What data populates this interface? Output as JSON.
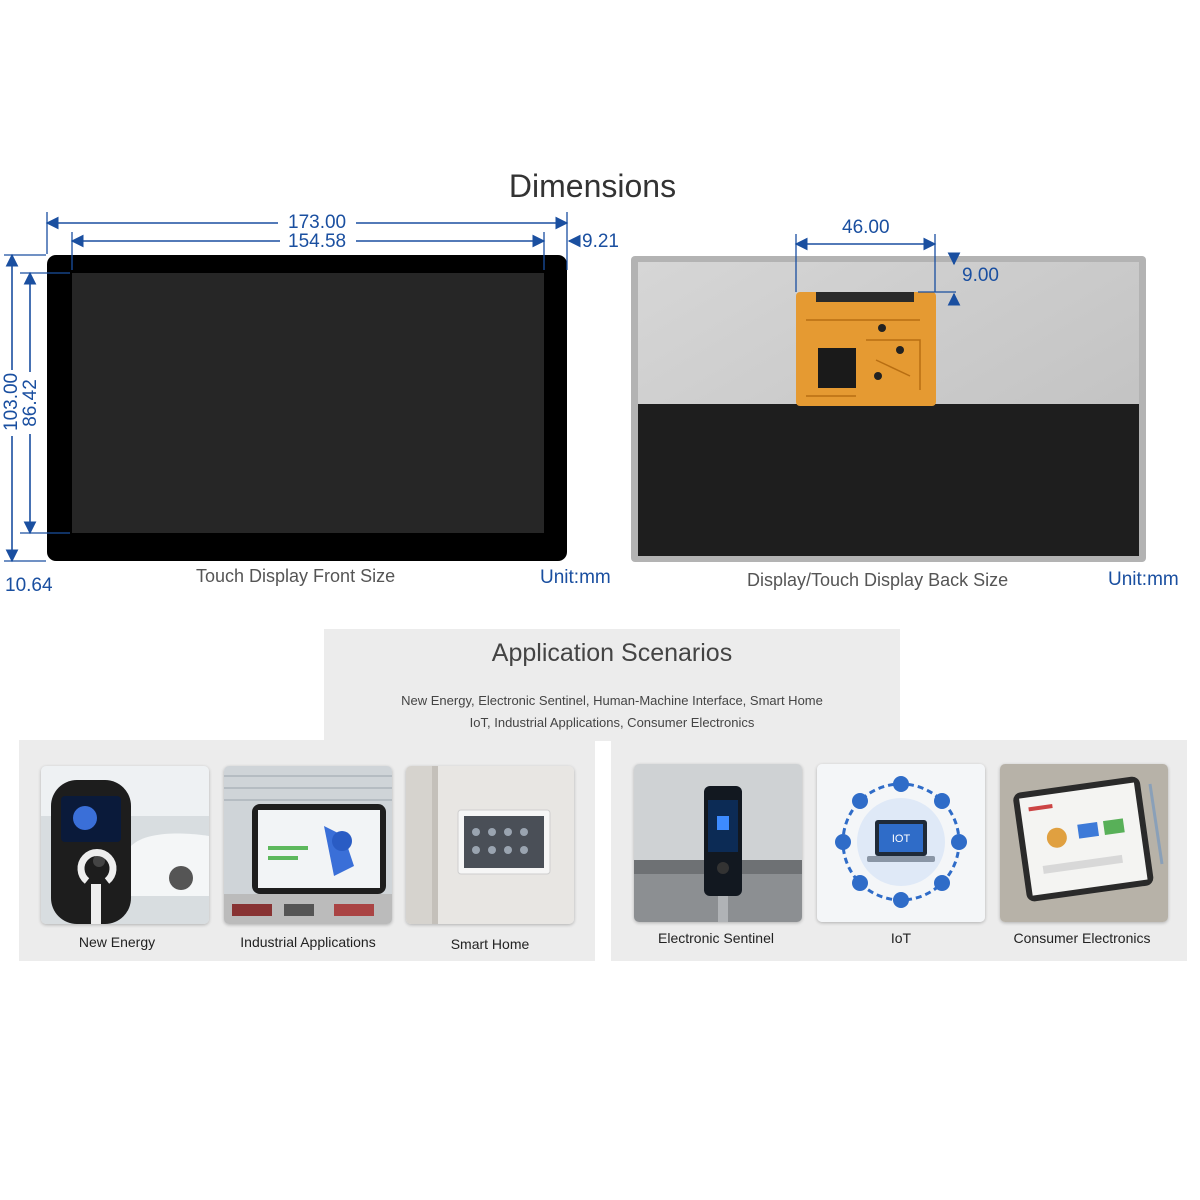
{
  "dimensions": {
    "title": "Dimensions",
    "front": {
      "width_outer": "173.00",
      "width_active": "154.58",
      "offset_right": "9.21",
      "height_outer": "103.00",
      "height_active": "86.42",
      "offset_bottom": "10.64",
      "caption": "Touch Display Front Size",
      "unit": "Unit:mm"
    },
    "back": {
      "connector_width": "46.00",
      "connector_offset": "9.00",
      "caption": "Display/Touch Display Back Size",
      "unit": "Unit:mm"
    }
  },
  "scenarios": {
    "title": "Application Scenarios",
    "subtitle_line1": "New Energy, Electronic Sentinel, Human-Machine Interface, Smart Home",
    "subtitle_line2": "IoT, Industrial Applications, Consumer Electronics",
    "items": [
      {
        "label": "New Energy"
      },
      {
        "label": "Industrial Applications"
      },
      {
        "label": "Smart Home"
      },
      {
        "label": "Electronic Sentinel"
      },
      {
        "label": "IoT"
      },
      {
        "label": "Consumer Electronics"
      }
    ],
    "iot_screen_text": "IOT"
  },
  "colors": {
    "dimension": "#1a4fa0",
    "bezel": "#000000",
    "screen": "#262626",
    "backplate": "#c9c9c9",
    "fpc": "#e59a32",
    "panel": "#ececec"
  }
}
